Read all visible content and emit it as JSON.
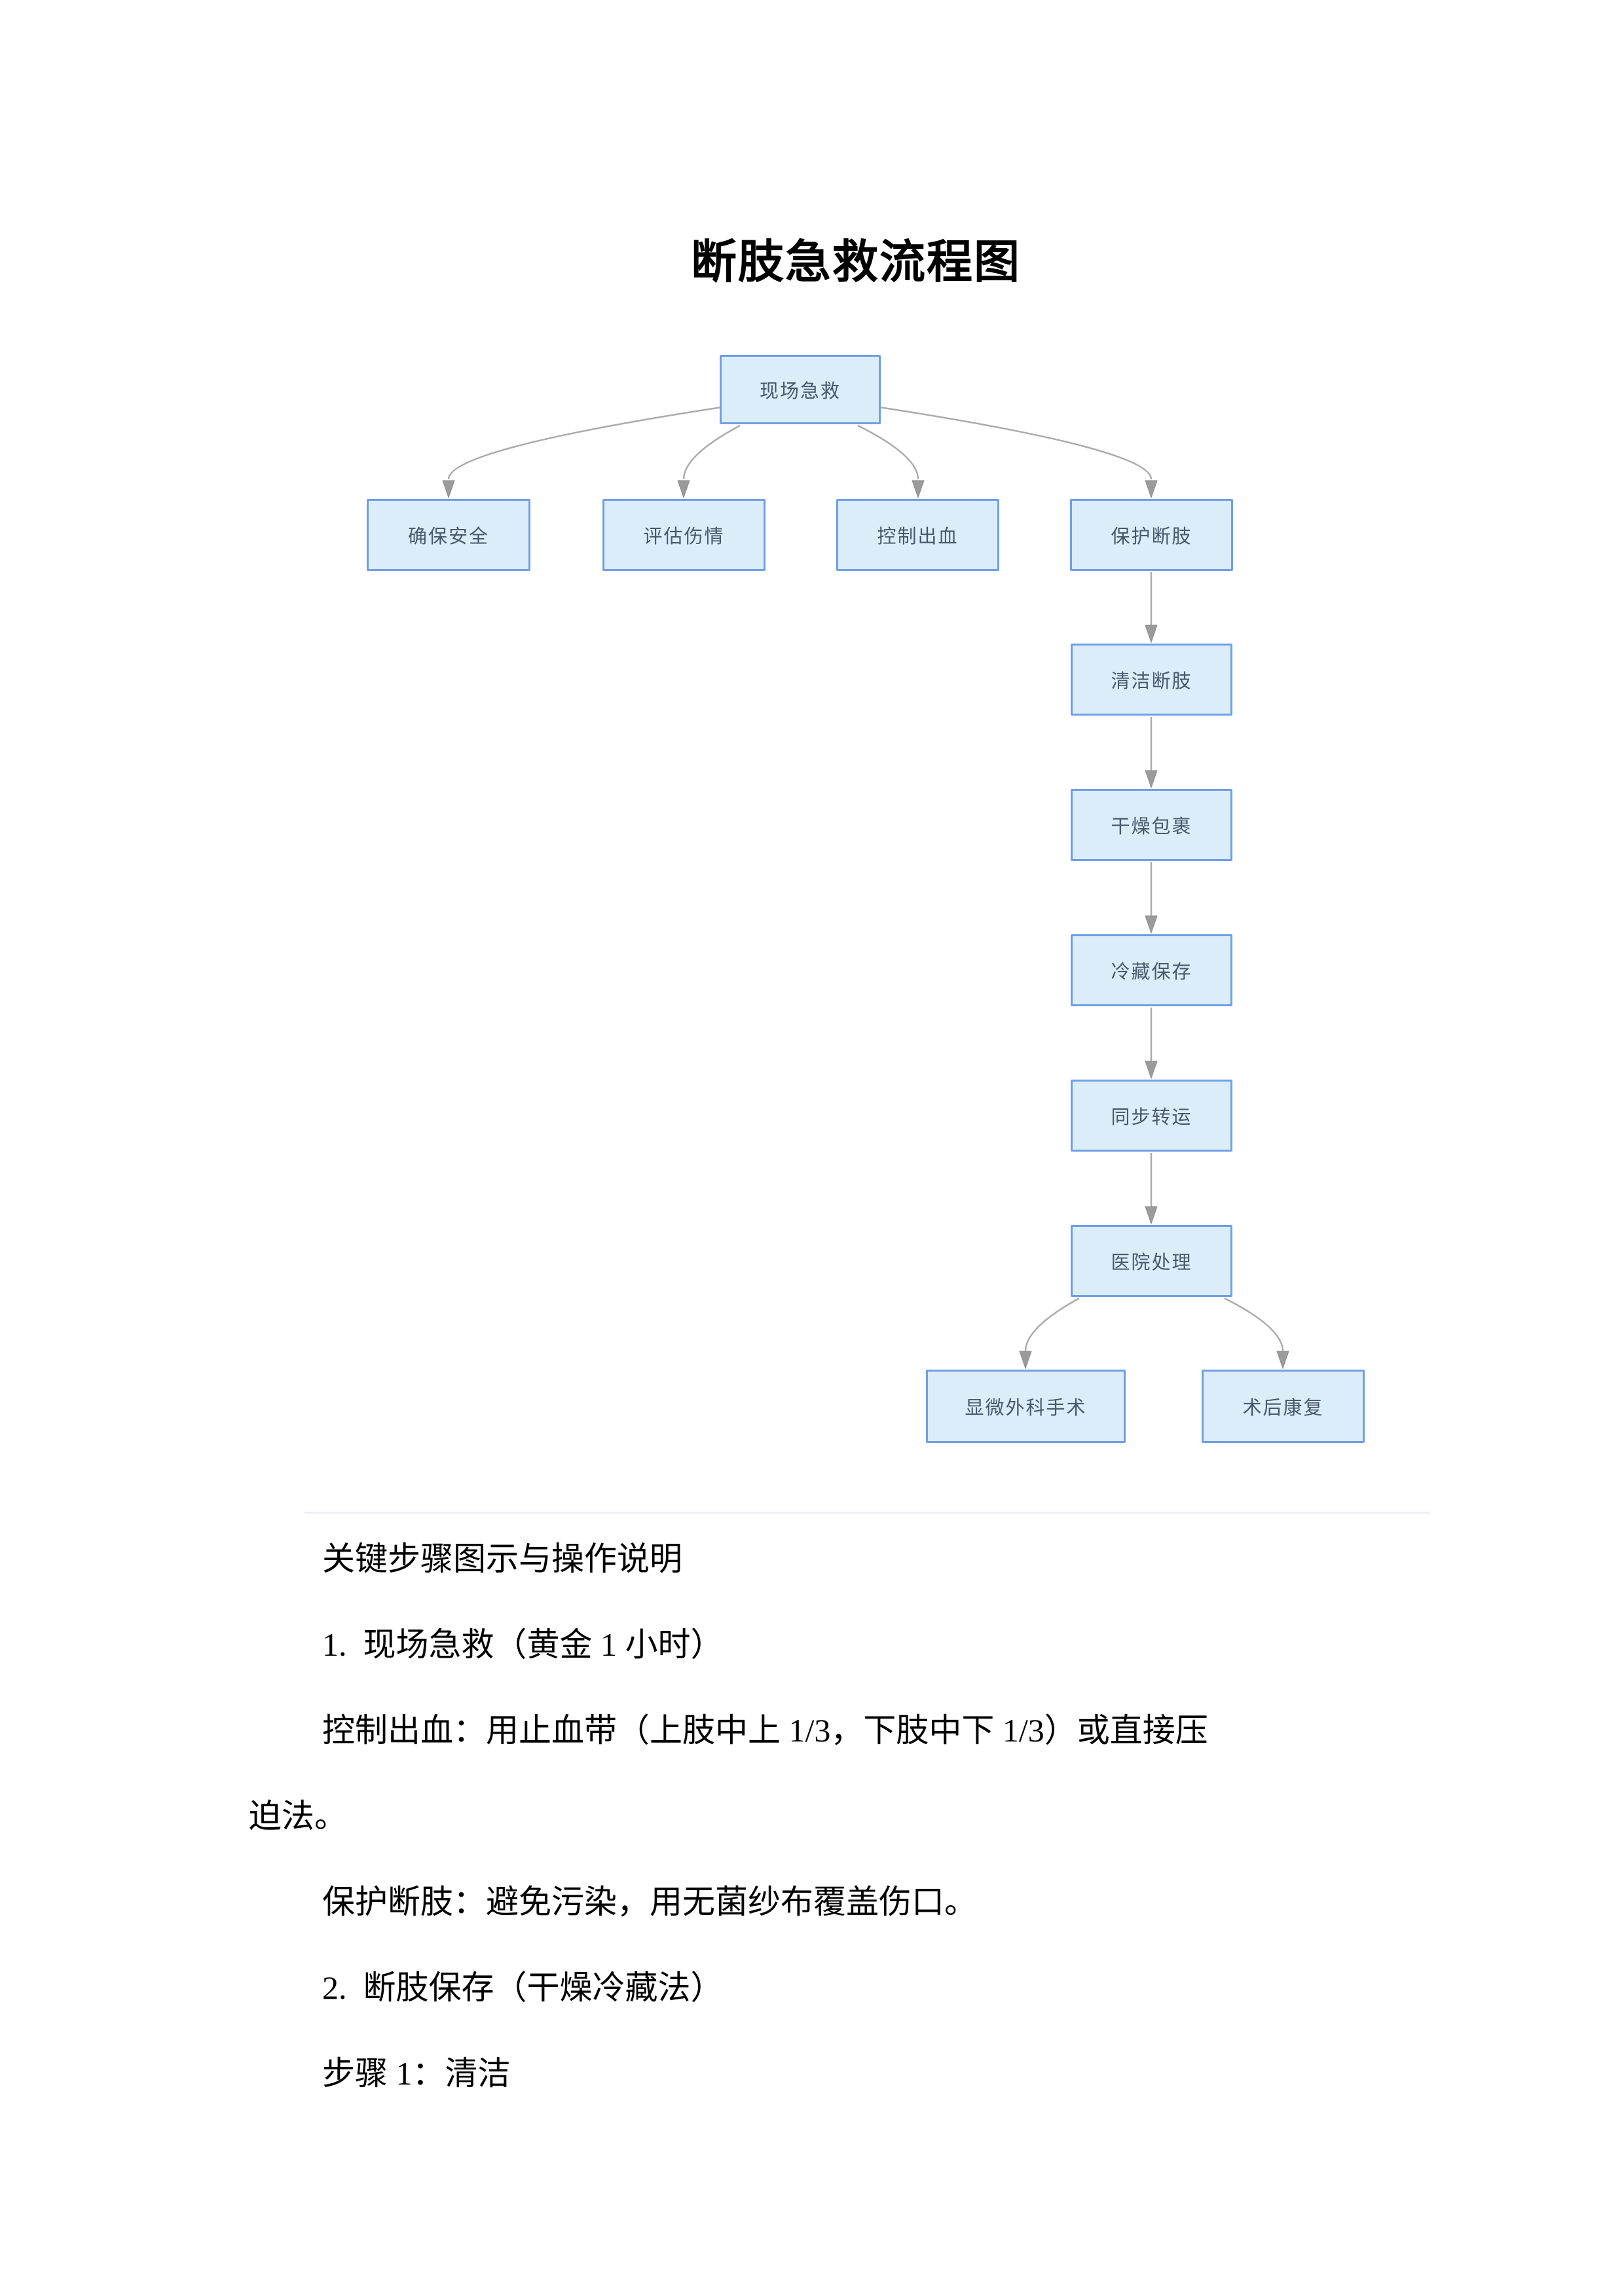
{
  "page": {
    "title": "断肢急救流程图"
  },
  "flowchart": {
    "nodes": [
      {
        "id": "onsite-first-aid",
        "label": "现场急救"
      },
      {
        "id": "ensure-safety",
        "label": "确保安全"
      },
      {
        "id": "assess-injury",
        "label": "评估伤情"
      },
      {
        "id": "control-bleeding",
        "label": "控制出血"
      },
      {
        "id": "protect-limb",
        "label": "保护断肢"
      },
      {
        "id": "clean-limb",
        "label": "清洁断肢"
      },
      {
        "id": "dry-wrap",
        "label": "干燥包裹"
      },
      {
        "id": "cold-storage",
        "label": "冷藏保存"
      },
      {
        "id": "sync-transport",
        "label": "同步转运"
      },
      {
        "id": "hospital-treatment",
        "label": "医院处理"
      },
      {
        "id": "microsurgery",
        "label": "显微外科手术"
      },
      {
        "id": "post-op-rehab",
        "label": "术后康复"
      }
    ],
    "edges": [
      "现场急救→确保安全",
      "现场急救→评估伤情",
      "现场急救→控制出血",
      "现场急救→保护断肢",
      "保护断肢→清洁断肢",
      "清洁断肢→干燥包裹",
      "干燥包裹→冷藏保存",
      "冷藏保存→同步转运",
      "同步转运→医院处理",
      "医院处理→显微外科手术",
      "医院处理→术后康复"
    ]
  },
  "notes": {
    "lines": [
      {
        "text": "关键步骤图示与操作说明",
        "indent": true
      },
      {
        "text": "1.  现场急救（黄金 1 小时）",
        "indent": true
      },
      {
        "text": "控制出血：用止血带（上肢中上 1/3，下肢中下 1/3）或直接压",
        "indent": true
      },
      {
        "text": "迫法。",
        "indent": false
      },
      {
        "text": "保护断肢：避免污染，用无菌纱布覆盖伤口。",
        "indent": true
      },
      {
        "text": "2.  断肢保存（干燥冷藏法）",
        "indent": true
      },
      {
        "text": "步骤 1：清洁",
        "indent": true
      }
    ]
  },
  "colors": {
    "node_fill": "#dcedfa",
    "node_border": "#6f9fe3",
    "node_text": "#49586a",
    "edge_line": "#ababab",
    "arrowhead": "#9b9b9b",
    "divider": "#edeff2",
    "body_text": "#000000"
  }
}
